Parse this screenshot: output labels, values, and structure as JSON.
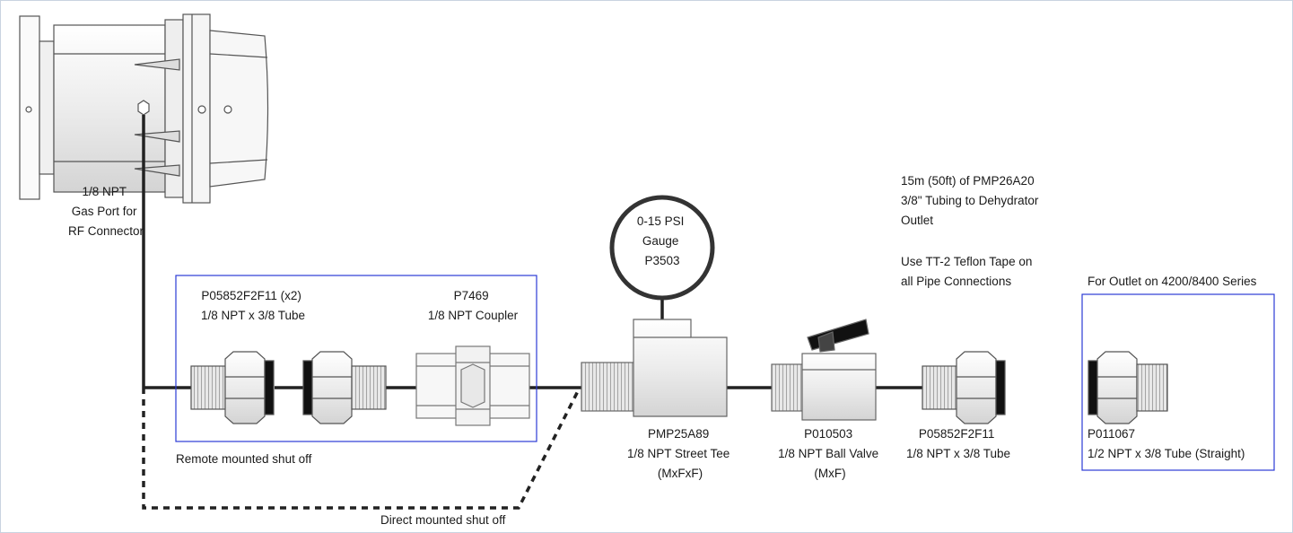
{
  "labels": {
    "gas_port": [
      "1/8 NPT",
      "Gas Port for",
      "RF Connector"
    ],
    "p05852_x2": [
      "P05852F2F11 (x2)",
      "1/8 NPT x 3/8 Tube"
    ],
    "p7469": [
      "P7469",
      "1/8 NPT Coupler"
    ],
    "gauge": [
      "0-15 PSI",
      "Gauge",
      "P3503"
    ],
    "tubing_note": [
      "15m (50ft) of PMP26A20",
      "3/8\" Tubing to Dehydrator",
      "Outlet"
    ],
    "teflon_note": [
      "Use TT-2 Teflon Tape on",
      "all Pipe Connections"
    ],
    "outlet_note": "For Outlet on 4200/8400 Series",
    "remote_shutoff": "Remote mounted shut off",
    "direct_shutoff": "Direct mounted shut off",
    "street_tee": [
      "PMP25A89",
      "1/8 NPT Street Tee",
      "(MxFxF)"
    ],
    "ball_valve": [
      "P010503",
      "1/8 NPT Ball Valve",
      "(MxF)"
    ],
    "p05852_single": [
      "P05852F2F11",
      "1/8 NPT x 3/8 Tube"
    ],
    "p011067": [
      "P011067",
      "1/2 NPT x 3/8 Tube (Straight)"
    ]
  },
  "colors": {
    "box_border": "#2b3bd6",
    "line": "#222222",
    "part_fill": "#f2f2f2",
    "part_stroke": "#555555",
    "frame_border": "#c9d3e0"
  }
}
